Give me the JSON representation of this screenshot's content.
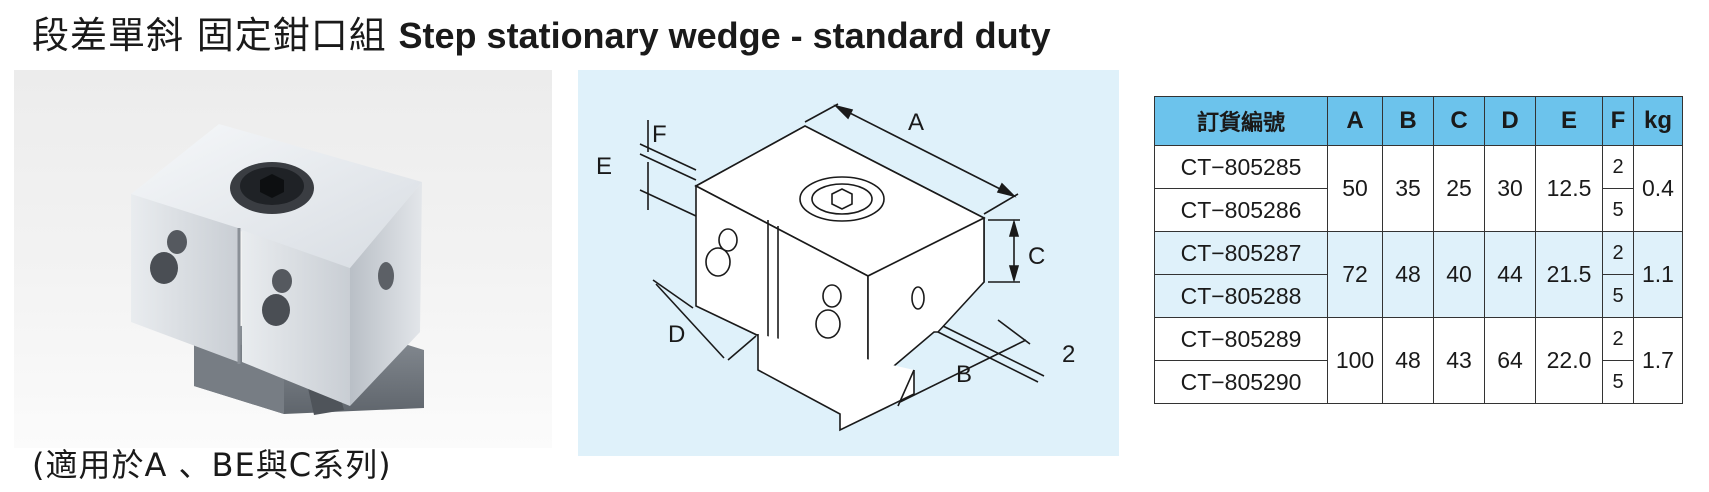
{
  "header": {
    "title_cn": "段差單斜  固定鉗口組",
    "title_en": "Step stationary wedge - standard duty"
  },
  "caption": "(適用於A 、BE與C系列)",
  "diagram": {
    "labels": {
      "a": "A",
      "b": "B",
      "c": "C",
      "d": "D",
      "e": "E",
      "f": "F",
      "two": "2"
    }
  },
  "table": {
    "headers": [
      "訂貨編號",
      "A",
      "B",
      "C",
      "D",
      "E",
      "F",
      "kg"
    ],
    "groups": [
      {
        "codes": [
          "CT−805285",
          "CT−805286"
        ],
        "A": "50",
        "B": "35",
        "C": "25",
        "D": "30",
        "E": "12.5",
        "F": [
          "2",
          "5"
        ],
        "kg": "0.4"
      },
      {
        "codes": [
          "CT−805287",
          "CT−805288"
        ],
        "A": "72",
        "B": "48",
        "C": "40",
        "D": "44",
        "E": "21.5",
        "F": [
          "2",
          "5"
        ],
        "kg": "1.1"
      },
      {
        "codes": [
          "CT−805289",
          "CT−805290"
        ],
        "A": "100",
        "B": "48",
        "C": "43",
        "D": "64",
        "E": "22.0",
        "F": [
          "2",
          "5"
        ],
        "kg": "1.7"
      }
    ]
  },
  "colors": {
    "header_bg": "#6cc3ec",
    "shade_bg": "#dff1fa",
    "diagram_bg": "#dff1fa"
  }
}
